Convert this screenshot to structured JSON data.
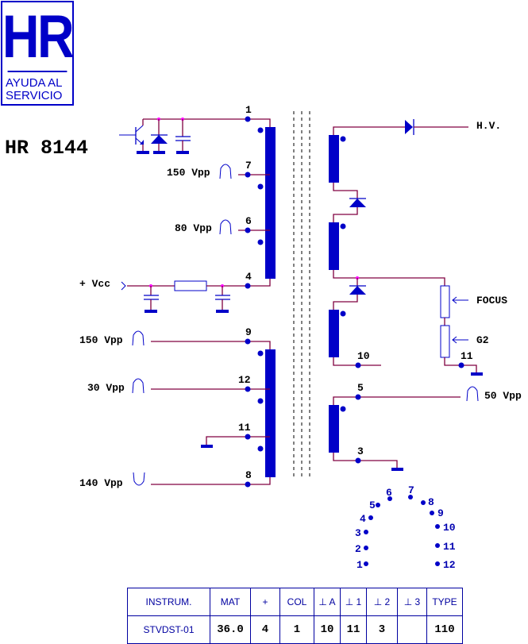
{
  "logo": {
    "mark": "HR",
    "subtitle_line1": "AYUDA AL",
    "subtitle_line2": "SERVICIO"
  },
  "model": "HR 8144",
  "primary": {
    "pins": [
      {
        "pin": "1",
        "label": ""
      },
      {
        "pin": "7",
        "label": "150 Vpp",
        "waveform": "positive-pulse"
      },
      {
        "pin": "6",
        "label": "80 Vpp",
        "waveform": "positive-pulse"
      },
      {
        "pin": "4",
        "label": "+ Vcc"
      }
    ]
  },
  "secondary_left": {
    "pins": [
      {
        "pin": "9",
        "label": "150 Vpp",
        "waveform": "positive-pulse"
      },
      {
        "pin": "12",
        "label": "30 Vpp",
        "waveform": "positive-pulse"
      },
      {
        "pin": "11",
        "label": "",
        "ground": true
      },
      {
        "pin": "8",
        "label": "140 Vpp",
        "waveform": "negative-pulse"
      }
    ]
  },
  "hv_section": {
    "hv_label": "H.V.",
    "focus_label": "FOCUS",
    "g2_label": "G2",
    "pin_10": "10",
    "pin_11": "11"
  },
  "aux_winding": {
    "pin_top": "5",
    "pin_bottom": "3",
    "label": "50 Vpp",
    "waveform": "positive-pulse"
  },
  "pinout": [
    "1",
    "2",
    "3",
    "4",
    "5",
    "6",
    "7",
    "8",
    "9",
    "10",
    "11",
    "12"
  ],
  "spec_table": {
    "headers": [
      "INSTRUM.",
      "MAT",
      "+",
      "COL",
      "⊥ A",
      "⊥ 1",
      "⊥ 2",
      "⊥ 3",
      "TYPE"
    ],
    "values": [
      "STVDST-01",
      "36.0",
      "4",
      "1",
      "10",
      "11",
      "3",
      "",
      "110"
    ]
  },
  "colors": {
    "wire": "#800040",
    "component": "#0000c8",
    "junction": "#ff00ff",
    "lead": "#ff0000"
  }
}
